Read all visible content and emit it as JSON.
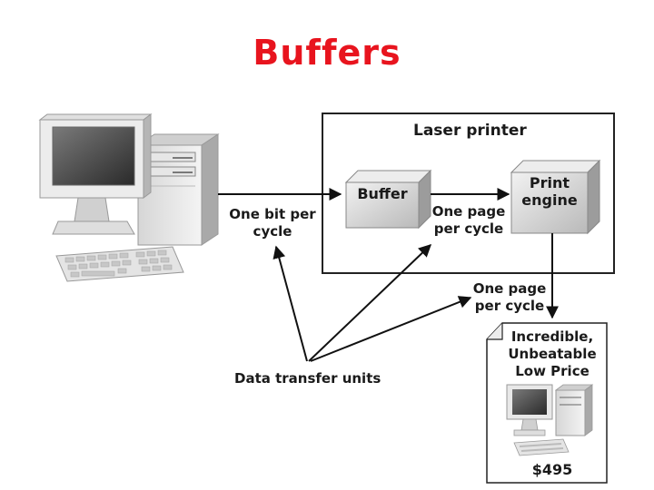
{
  "title": "Buffers",
  "diagram": {
    "printer_box_title": "Laser printer",
    "buffer_label": "Buffer",
    "engine_label_line1": "Print",
    "engine_label_line2": "engine",
    "rate_computer_line1": "One bit per",
    "rate_computer_line2": "cycle",
    "rate_buffer_line1": "One page",
    "rate_buffer_line2": "per cycle",
    "rate_output_line1": "One page",
    "rate_output_line2": "per cycle",
    "units_label": "Data transfer units",
    "page_line1": "Incredible,",
    "page_line2": "Unbeatable",
    "page_line3": "Low Price",
    "page_price": "$495"
  }
}
